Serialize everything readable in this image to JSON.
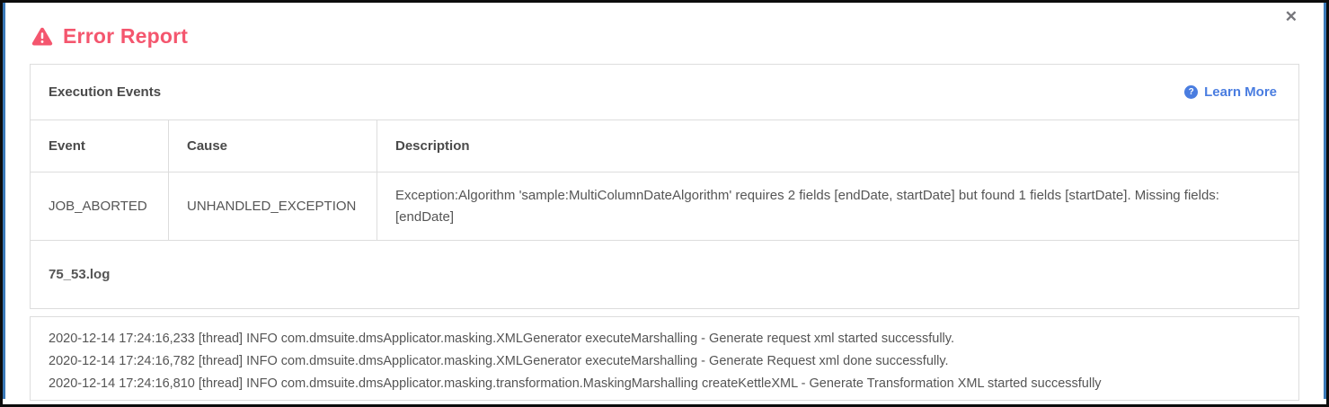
{
  "modal": {
    "title": "Error Report"
  },
  "icons": {
    "close": "✕",
    "help": "?",
    "title_icon_name": "warning-triangle-icon",
    "learn_more_icon_name": "question-circle-icon"
  },
  "panel": {
    "heading": "Execution Events",
    "learn_more_label": "Learn More"
  },
  "table": {
    "columns": [
      "Event",
      "Cause",
      "Description"
    ],
    "rows": [
      {
        "event": "JOB_ABORTED",
        "cause": "UNHANDLED_EXCEPTION",
        "description": "Exception:Algorithm 'sample:MultiColumnDateAlgorithm' requires 2 fields [endDate, startDate] but found 1 fields [startDate]. Missing fields: [endDate]"
      }
    ]
  },
  "log": {
    "filename": "75_53.log",
    "lines": [
      "2020-12-14 17:24:16,233 [thread] INFO com.dmsuite.dmsApplicator.masking.XMLGenerator executeMarshalling - Generate request xml started successfully.",
      "2020-12-14 17:24:16,782 [thread] INFO com.dmsuite.dmsApplicator.masking.XMLGenerator executeMarshalling - Generate Request xml done successfully.",
      "2020-12-14 17:24:16,810 [thread] INFO com.dmsuite.dmsApplicator.masking.transformation.MaskingMarshalling createKettleXML - Generate Transformation XML started successfully"
    ]
  },
  "colors": {
    "error_accent": "#f4566e",
    "link_blue": "#4a7de0",
    "edge_blue": "#3a79b8",
    "border_gray": "#dddddd"
  }
}
